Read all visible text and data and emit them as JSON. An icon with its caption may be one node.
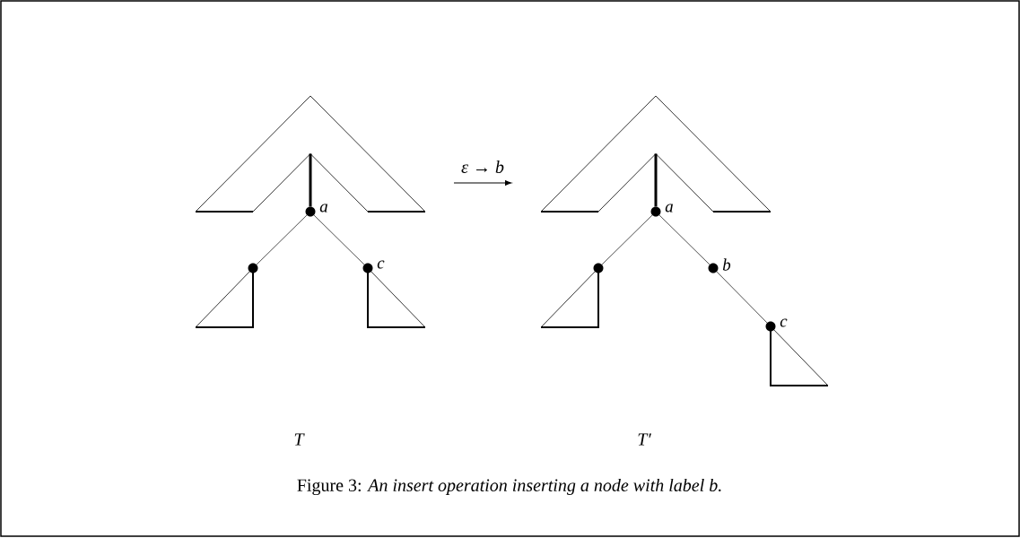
{
  "diagram": {
    "caption": "Figure 3: *An insert operation inserting a node with label b.*",
    "nodes": [
      {
        "text": [],
        "shape": "chevron"
      },
      {
        "text": [
          "a"
        ]
      },
      {
        "text": [],
        "shape": "circle"
      },
      {
        "text": [],
        "shape": "triangle"
      },
      {
        "text": [
          "c"
        ]
      },
      {
        "text": [],
        "shape": "triangle"
      },
      {
        "text": [],
        "shape": "chevron"
      },
      {
        "text": [
          "a"
        ]
      },
      {
        "text": [],
        "shape": "circle"
      },
      {
        "text": [],
        "shape": "triangle"
      },
      {
        "text": [
          "b"
        ]
      },
      {
        "text": [
          "c"
        ]
      },
      {
        "text": [],
        "shape": "triangle"
      }
    ],
    "edges": [
      {
        "from": 0,
        "to": 1,
        "arrow": "none",
        "style": "thick"
      },
      {
        "from": 1,
        "to": 2,
        "arrow": "none"
      },
      {
        "from": 1,
        "to": 4,
        "arrow": "none"
      },
      {
        "from": 6,
        "to": 7,
        "arrow": "none",
        "style": "thick"
      },
      {
        "from": 7,
        "to": 8,
        "arrow": "none"
      },
      {
        "from": 7,
        "to": 10,
        "arrow": "none"
      },
      {
        "from": 10,
        "to": 11,
        "arrow": "none"
      }
    ],
    "labels": [
      "ε → b",
      "T",
      "T′"
    ]
  }
}
